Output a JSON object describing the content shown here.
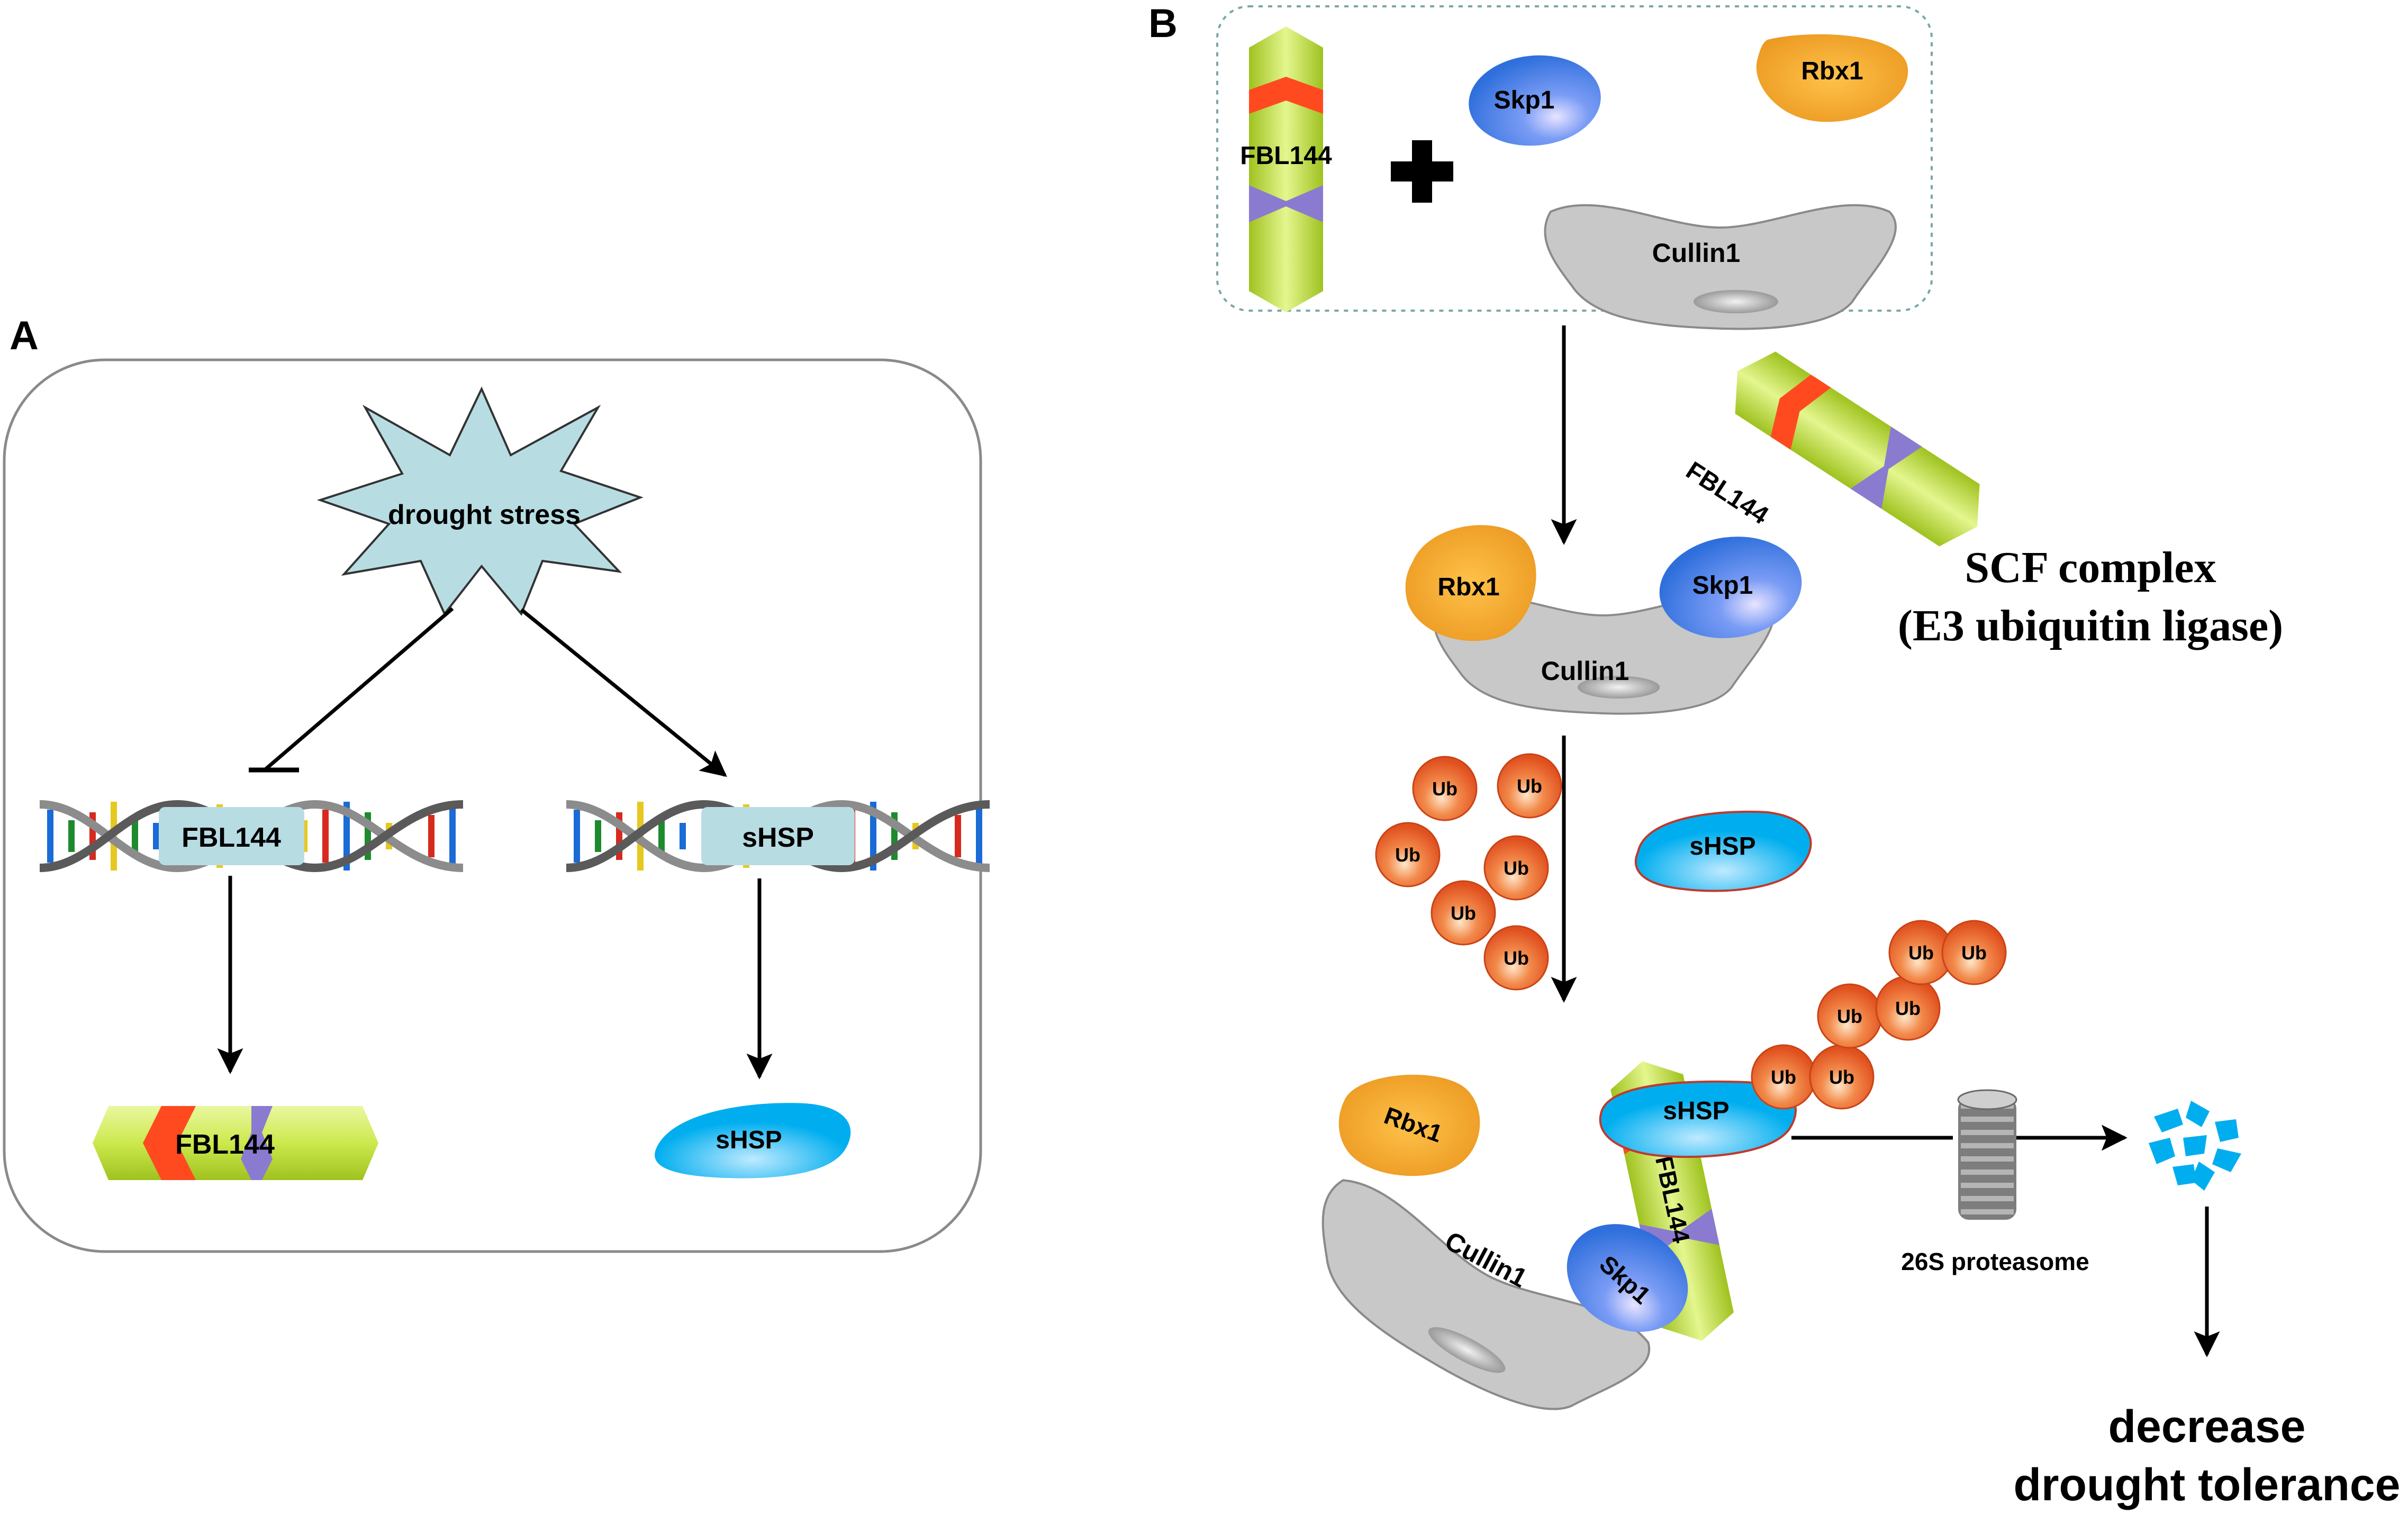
{
  "panel_a": {
    "label": "A",
    "stress": "drought stress",
    "gene_left": "FBL144",
    "gene_right": "sHSP",
    "protein_left": "FBL144",
    "protein_right": "sHSP"
  },
  "panel_b": {
    "label": "B",
    "top_box": {
      "fbl144": "FBL144",
      "skp1": "Skp1",
      "rbx1": "Rbx1",
      "cullin1": "Cullin1"
    },
    "scf": {
      "rbx1": "Rbx1",
      "fbl144": "FBL144",
      "skp1": "Skp1",
      "cullin1": "Cullin1"
    },
    "scf_title": "SCF complex",
    "scf_subtitle": "(E3 ubiquitin ligase)",
    "ub": "Ub",
    "shsp": "sHSP",
    "bottom": {
      "rbx1": "Rbx1",
      "cullin1": "Cullin1",
      "skp1": "Skp1",
      "fbl144": "FBL144",
      "shsp": "sHSP"
    },
    "proteasome": "26S proteasome",
    "outcome_line1": "decrease",
    "outcome_line2": "drought tolerance"
  },
  "colors": {
    "stress": "#b7dde3",
    "gene_box": "#b7dde3",
    "fbl_green": "#cce94d",
    "fbl_red": "#ff4a1f",
    "fbl_purple": "#8a7bd0",
    "skp1": "#4a86e8",
    "rbx1": "#f0a01e",
    "cullin": "#c8c8c8",
    "shsp": "#00aeef",
    "ub": "#ee6a2c"
  }
}
